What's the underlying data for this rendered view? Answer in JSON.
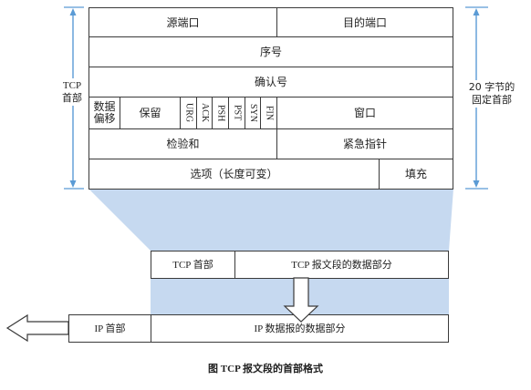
{
  "tcp_header": {
    "source_port": "源端口",
    "destination_port": "目的端口",
    "sequence_number": "序号",
    "acknowledgment_number": "确认号",
    "data_offset": [
      "数据",
      "偏移"
    ],
    "reserved": "保留",
    "flags": [
      "URG",
      "ACK",
      "PSH",
      "PST",
      "SYN",
      "FIN"
    ],
    "window": "窗口",
    "checksum": "检验和",
    "urgent_pointer": "紧急指针",
    "options": "选项（长度可变）",
    "padding": "填充"
  },
  "tcp_header_span": {
    "label": [
      "TCP",
      "首部"
    ]
  },
  "fixed_header_span": {
    "label": [
      "20 字节的",
      "固定首部"
    ]
  },
  "tcp_segment": {
    "header": "TCP 首部",
    "data": "TCP 报文段的数据部分"
  },
  "ip_datagram": {
    "header": "IP 首部",
    "data": "IP 数据报的数据部分"
  },
  "caption": "图 TCP 报文段的首部格式",
  "colors": {
    "highlight": "#c6d9f0",
    "span_arrow": "#5b9bd5",
    "outline": "#3a3a3a"
  }
}
